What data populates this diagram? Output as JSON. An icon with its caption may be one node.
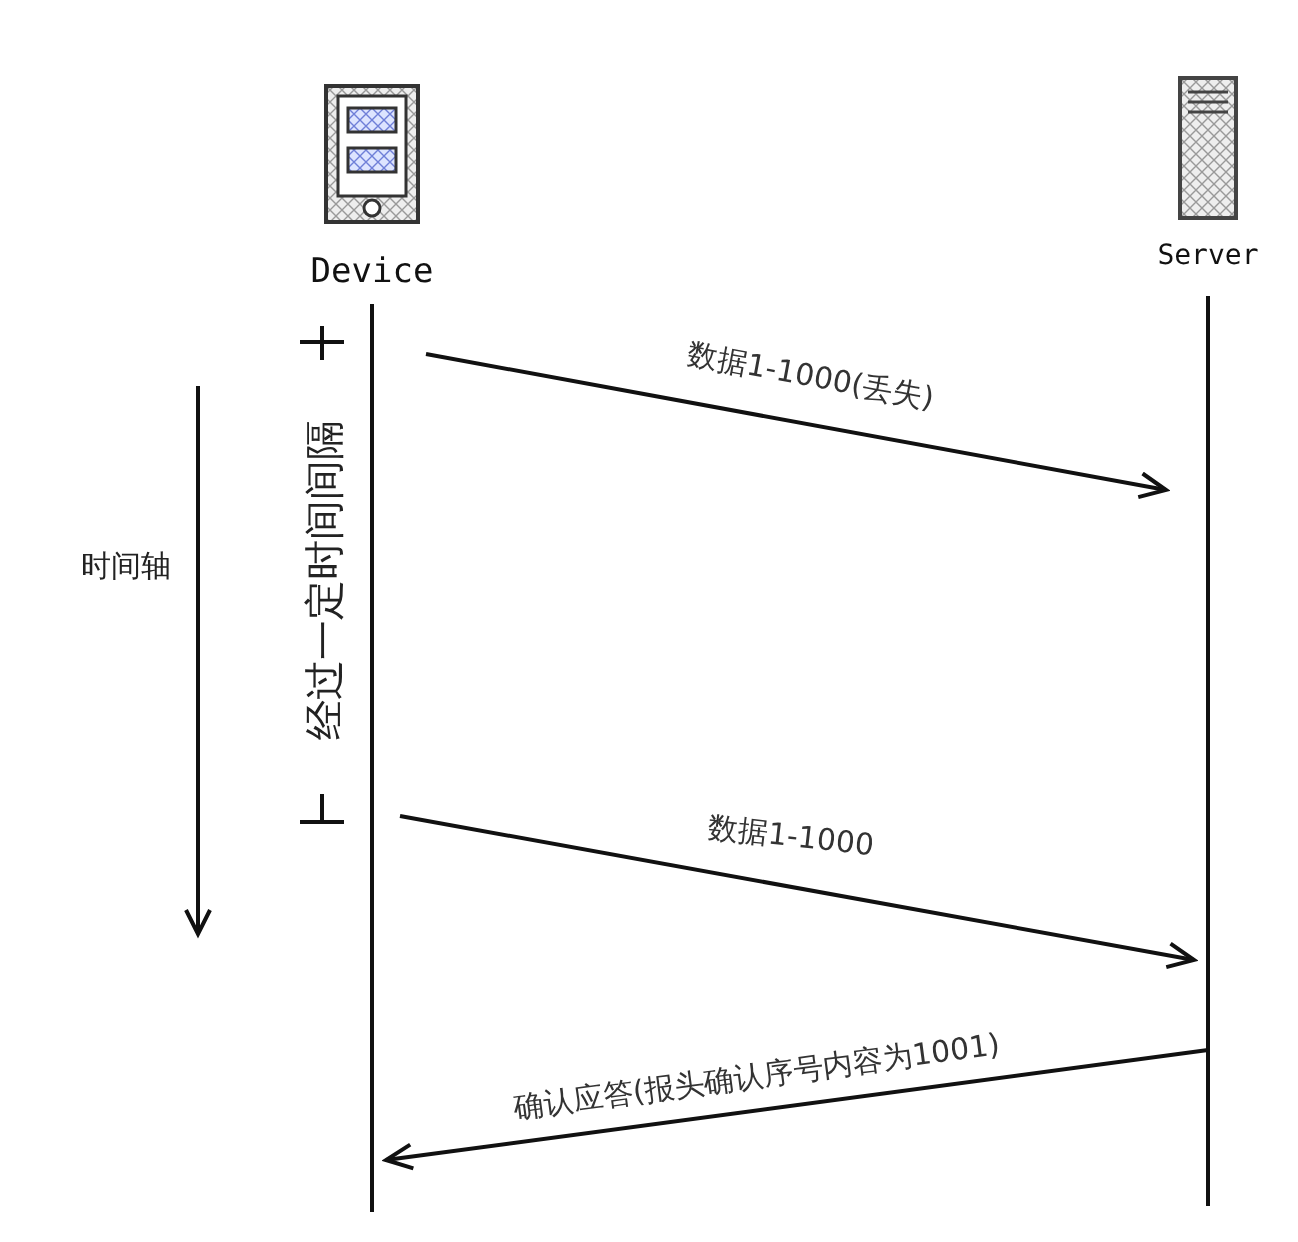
{
  "diagram": {
    "nodes": [
      {
        "text": [
          "Device"
        ]
      },
      {
        "text": [
          "Server"
        ]
      }
    ],
    "edges": [
      {
        "from": 0,
        "to": 1,
        "arrow": "to",
        "label": "数据1-1000(丢失)"
      },
      {
        "from": 0,
        "to": 1,
        "arrow": "to",
        "label": "数据1-1000"
      },
      {
        "from": 1,
        "to": 0,
        "arrow": "to",
        "label": "确认应答(报头确认序号内容为1001)"
      }
    ],
    "labels": [
      "时间轴",
      "经过一定时间间隔"
    ]
  }
}
